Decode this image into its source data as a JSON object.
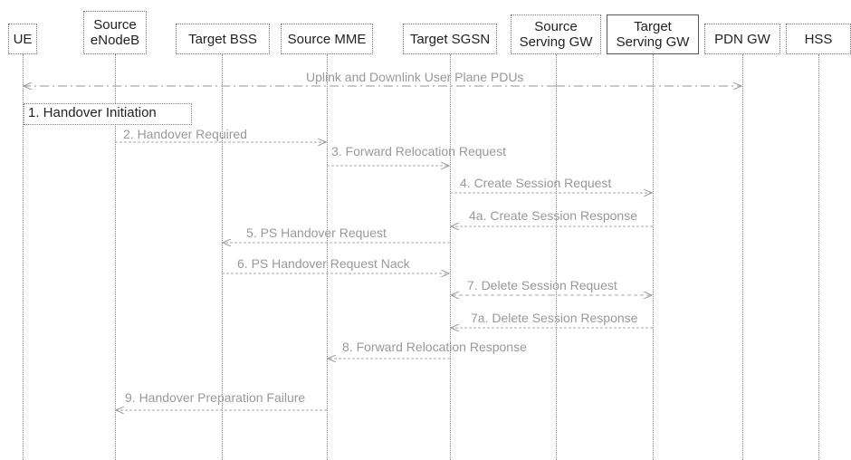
{
  "nodes": {
    "ue": "UE",
    "source_enodeb": "Source\neNodeB",
    "target_bss": "Target  BSS",
    "source_mme": "Source MME",
    "target_sgsn": "Target SGSN",
    "source_sgw": "Source\nServing GW",
    "target_sgw": "Target\nServing GW",
    "pdn_gw": "PDN GW",
    "hss": "HSS"
  },
  "note": {
    "step1": "1. Handover Initiation"
  },
  "messages": [
    {
      "id": "pdus",
      "label": "Uplink and Downlink  User Plane  PDUs"
    },
    {
      "id": "m2",
      "label": "2. Handover Required"
    },
    {
      "id": "m3",
      "label": "3. Forward Relocation Request"
    },
    {
      "id": "m4",
      "label": "4. Create Session Request"
    },
    {
      "id": "m4a",
      "label": "4a. Create Session Response"
    },
    {
      "id": "m5",
      "label": "5. PS Handover Request"
    },
    {
      "id": "m6",
      "label": "6. PS Handover Request Nack"
    },
    {
      "id": "m7",
      "label": "7. Delete Session Request"
    },
    {
      "id": "m7a",
      "label": "7a. Delete Session Response"
    },
    {
      "id": "m8",
      "label": "8. Forward Relocation Response"
    },
    {
      "id": "m9",
      "label": "9. Handover Preparation Failure"
    }
  ]
}
